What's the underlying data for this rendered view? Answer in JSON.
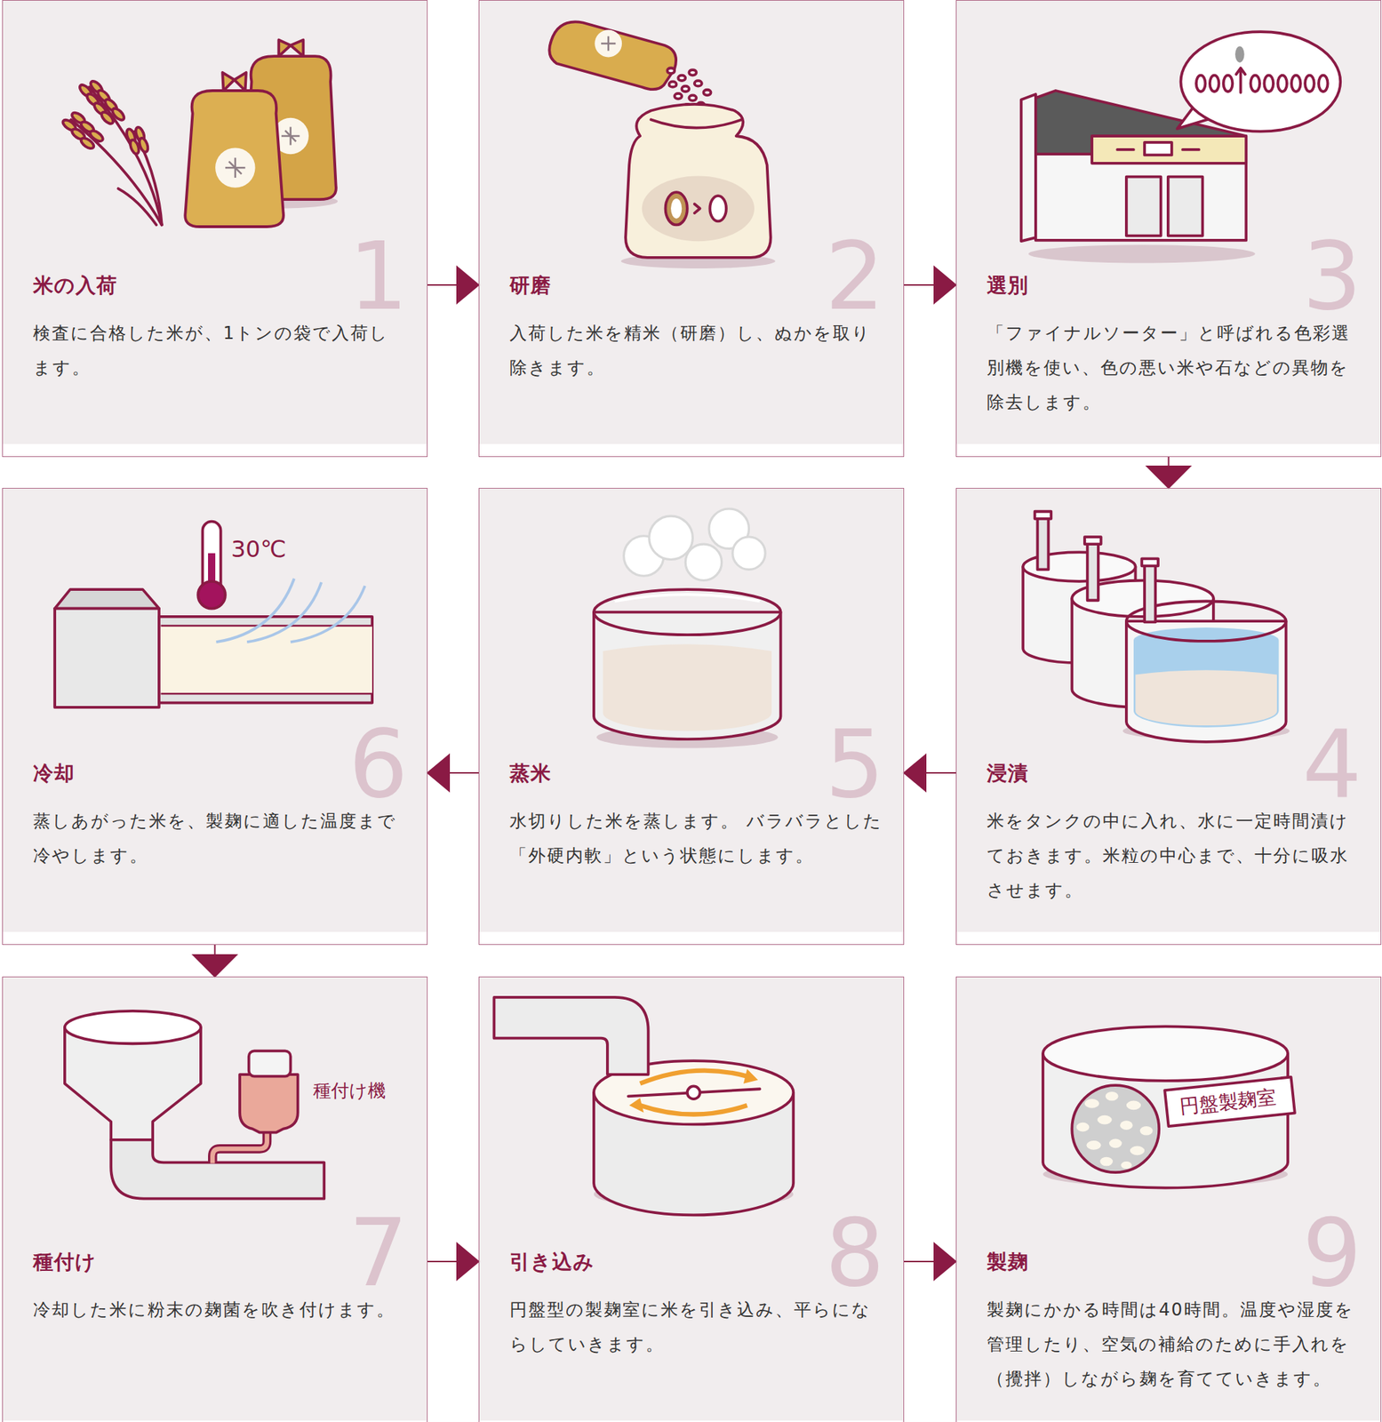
{
  "diagram": {
    "nodes": [
      {
        "text": [
          "米の入荷",
          "1",
          "検査に合格した米が、1トンの袋で入荷します。"
        ]
      },
      {
        "text": [
          "研磨",
          "2",
          "入荷した米を精米（研磨）し、ぬかを取り除きます。"
        ]
      },
      {
        "text": [
          "選別",
          "3",
          "「ファイナルソーター」と呼ばれる色彩選別機を使い、色の悪い米や石などの異物を除去します。"
        ]
      },
      {
        "text": [
          "浸漬",
          "4",
          "米をタンクの中に入れ、水に一定時間漬けておきます。米粒の中心まで、十分に吸水させます。"
        ]
      },
      {
        "text": [
          "蒸米",
          "5",
          "水切りした米を蒸します。 バラバラとした「外硬内軟」という状態にします。"
        ]
      },
      {
        "text": [
          "冷却",
          "6",
          "蒸しあがった米を、製麹に適した温度まで冷やします。"
        ]
      },
      {
        "text": [
          "種付け",
          "7",
          "冷却した米に粉末の麹菌を吹き付けます。"
        ]
      },
      {
        "text": [
          "引き込み",
          "8",
          "円盤型の製麹室に米を引き込み、平らにならしていきます。"
        ]
      },
      {
        "text": [
          "製麹",
          "9",
          "製麹にかかる時間は40時間。温度や湿度を管理したり、空気の補給のために手入れを（攪拌）しながら麹を育てていきます。"
        ]
      }
    ],
    "edges": [
      {
        "from": 0,
        "to": 1,
        "arrow": "to"
      },
      {
        "from": 1,
        "to": 2,
        "arrow": "to"
      },
      {
        "from": 2,
        "to": 3,
        "arrow": "to"
      },
      {
        "from": 3,
        "to": 4,
        "arrow": "to"
      },
      {
        "from": 4,
        "to": 5,
        "arrow": "to"
      },
      {
        "from": 5,
        "to": 6,
        "arrow": "to"
      },
      {
        "from": 6,
        "to": 7,
        "arrow": "to"
      },
      {
        "from": 7,
        "to": 8,
        "arrow": "to"
      }
    ],
    "labels": [
      "30℃",
      "種付け機",
      "円盤製麹室"
    ]
  }
}
